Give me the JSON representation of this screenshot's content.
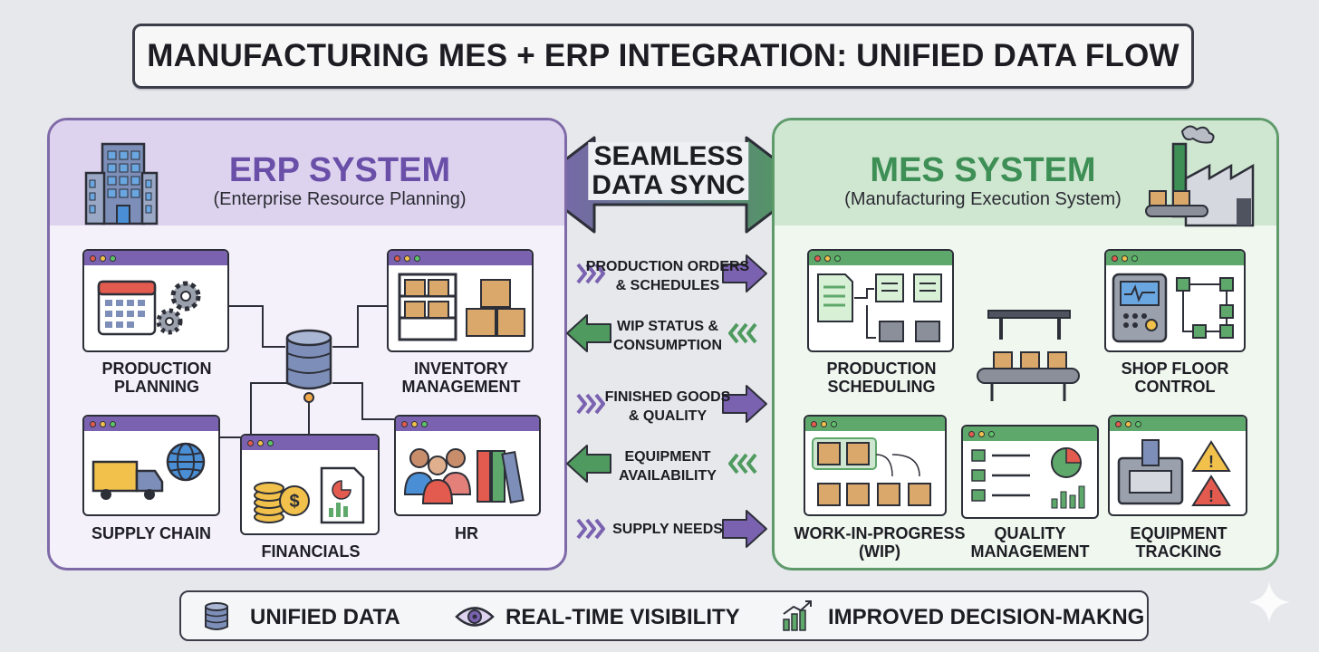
{
  "title": "MANUFACTURING MES + ERP INTEGRATION: UNIFIED DATA FLOW",
  "center": {
    "sync_line1": "SEAMLESS",
    "sync_line2": "DATA SYNC"
  },
  "erp": {
    "title": "ERP SYSTEM",
    "subtitle": "(Enterprise Resource Planning)",
    "accent": "#7a62b0",
    "modules": {
      "production_planning": [
        "PRODUCTION",
        "PLANNING"
      ],
      "inventory": [
        "INVENTORY",
        "MANAGEMENT"
      ],
      "supply_chain": "SUPPLY CHAIN",
      "financials": "FINANCIALS",
      "hr": "HR"
    }
  },
  "mes": {
    "title": "MES SYSTEM",
    "subtitle": "(Manufacturing Execution System)",
    "accent": "#5fa86b",
    "modules": {
      "scheduling": [
        "PRODUCTION",
        "SCHEDULING"
      ],
      "shop_floor": [
        "SHOP FLOOR",
        "CONTROL"
      ],
      "wip": [
        "WORK-IN-PROGRESS",
        "(WIP)"
      ],
      "quality": [
        "QUALITY",
        "MANAGEMENT"
      ],
      "equipment": [
        "EQUIPMENT",
        "TRACKING"
      ]
    }
  },
  "flows": [
    {
      "line1": "PRODUCTION ORDERS",
      "line2": "& SCHEDULES",
      "direction": "erp-to-mes"
    },
    {
      "line1": "WIP STATUS &",
      "line2": "CONSUMPTION",
      "direction": "mes-to-erp"
    },
    {
      "line1": "FINISHED GOODS",
      "line2": "& QUALITY",
      "direction": "erp-to-mes"
    },
    {
      "line1": "EQUIPMENT",
      "line2": "AVAILABILITY",
      "direction": "mes-to-erp"
    },
    {
      "line1": "SUPPLY NEEDS",
      "line2": "",
      "direction": "erp-to-mes"
    }
  ],
  "footer": {
    "items": [
      {
        "label": "UNIFIED DATA",
        "icon": "database-icon"
      },
      {
        "label": "REAL-TIME VISIBILITY",
        "icon": "eye-icon"
      },
      {
        "label": "IMPROVED DECISION-MAKNG",
        "icon": "growth-chart-icon"
      }
    ]
  }
}
